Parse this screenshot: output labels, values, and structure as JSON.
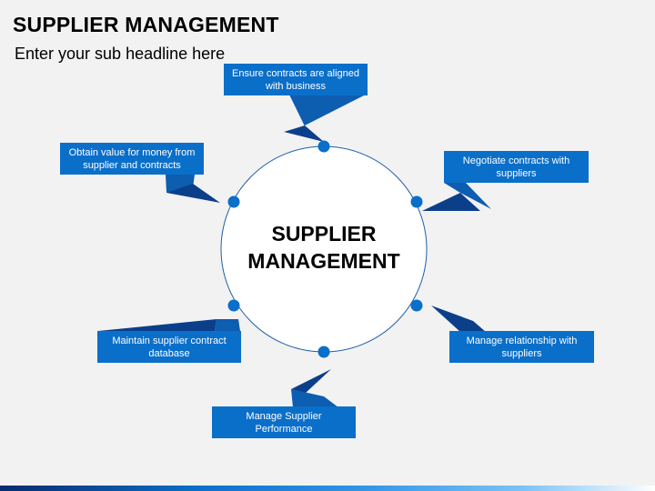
{
  "header": {
    "title": "SUPPLIER MANAGEMENT",
    "subtitle": "Enter your sub headline here"
  },
  "diagram": {
    "center": [
      "SUPPLIER",
      "MANAGEMENT"
    ],
    "items": [
      {
        "text": "Ensure contracts are aligned with business"
      },
      {
        "text": "Negotiate contracts with suppliers"
      },
      {
        "text": "Manage relationship with suppliers"
      },
      {
        "text": "Manage Supplier Performance"
      },
      {
        "text": "Maintain supplier contract database"
      },
      {
        "text": "Obtain value for money from supplier and contracts"
      }
    ]
  },
  "colors": {
    "box": "#0a6fc9",
    "ribbon_dark": "#0b3f8a",
    "ribbon_mid": "#0d5db0",
    "node": "#0a6fc9",
    "circle_fill": "#ffffff",
    "circle_stroke": "#1f5fa8"
  }
}
